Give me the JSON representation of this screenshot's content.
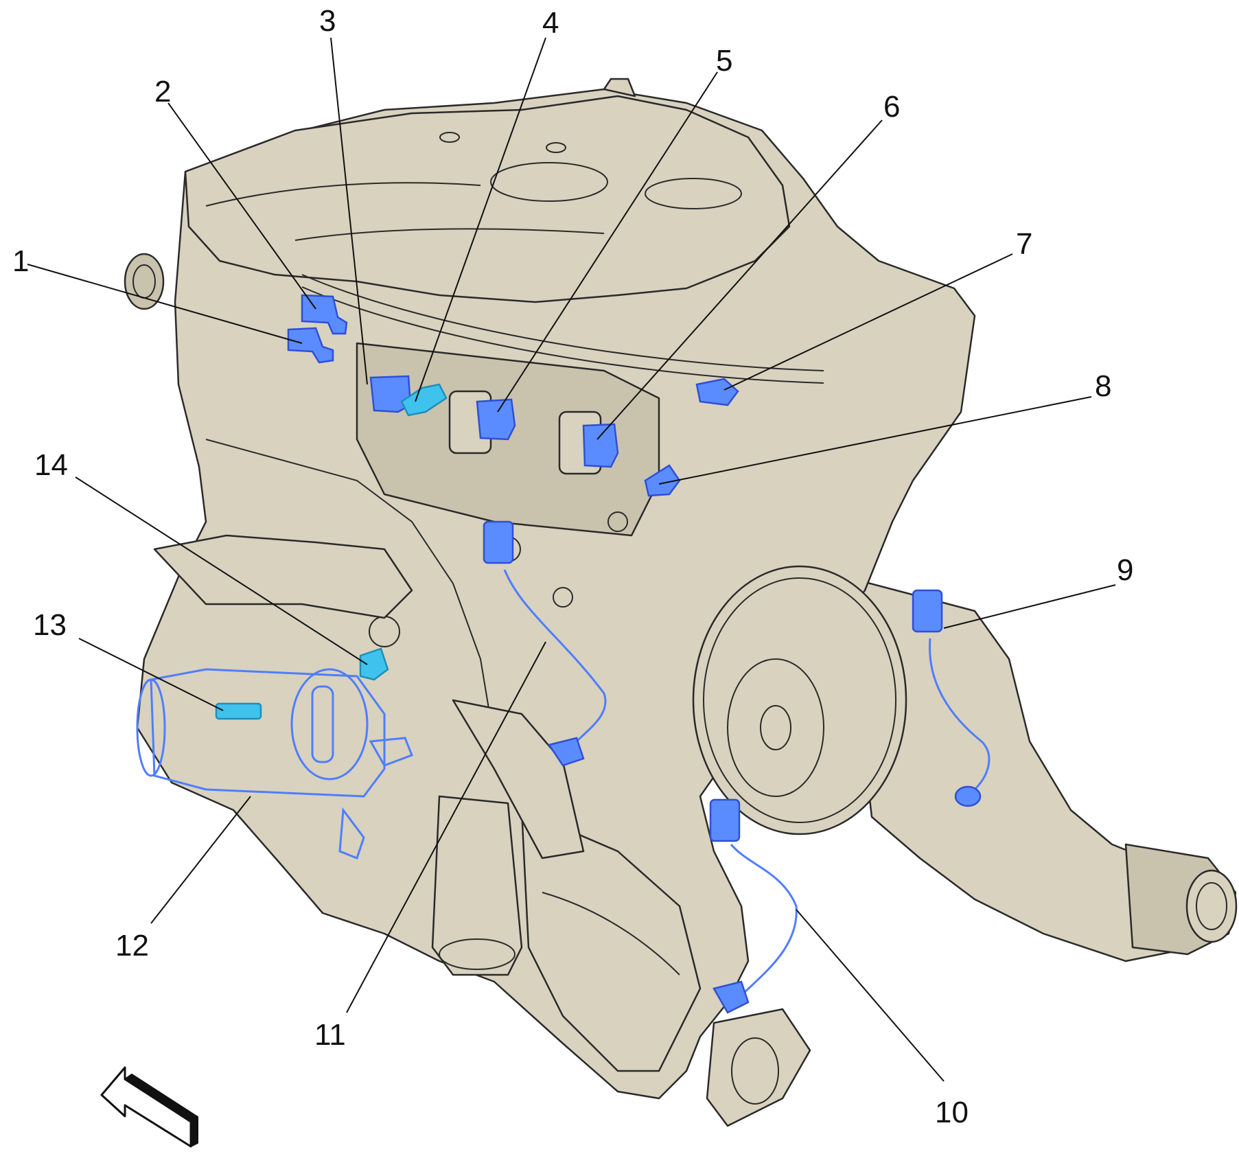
{
  "diagram": {
    "callouts": [
      {
        "id": "1",
        "label": "1"
      },
      {
        "id": "2",
        "label": "2"
      },
      {
        "id": "3",
        "label": "3"
      },
      {
        "id": "4",
        "label": "4"
      },
      {
        "id": "5",
        "label": "5"
      },
      {
        "id": "6",
        "label": "6"
      },
      {
        "id": "7",
        "label": "7"
      },
      {
        "id": "8",
        "label": "8"
      },
      {
        "id": "9",
        "label": "9"
      },
      {
        "id": "10",
        "label": "10"
      },
      {
        "id": "11",
        "label": "11"
      },
      {
        "id": "12",
        "label": "12"
      },
      {
        "id": "13",
        "label": "13"
      },
      {
        "id": "14",
        "label": "14"
      }
    ],
    "colors": {
      "engine_body": "#d8d2bf",
      "outline": "#2a2a2a",
      "highlight_blue": "#5b8cff",
      "highlight_cyan": "#3fc3ee",
      "background": "#ffffff"
    },
    "icons": {
      "view_direction": "view-direction-arrow-icon"
    }
  }
}
